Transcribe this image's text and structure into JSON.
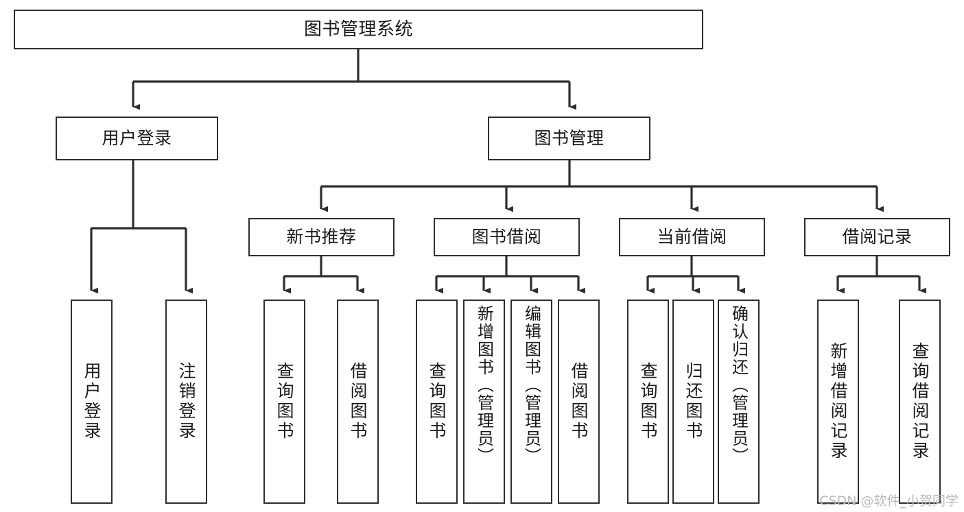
{
  "diagram": {
    "title": "图书管理系统",
    "type": "tree-hierarchy",
    "watermark": "CSDN @软件_小贺同学",
    "colors": {
      "box_border": "#2e2e2e",
      "box_fill": "#ffffff",
      "connector": "#2e2e2e",
      "text": "#1a1a1a",
      "watermark": "#b9b9b9",
      "background": "#ffffff"
    },
    "root": {
      "id": "root",
      "label": "图书管理系统"
    },
    "level2": [
      {
        "id": "n-user-login",
        "label": "用户登录"
      },
      {
        "id": "n-book-manage",
        "label": "图书管理"
      }
    ],
    "level3": [
      {
        "id": "n-new-book-rec",
        "label": "新书推荐"
      },
      {
        "id": "n-book-borrow",
        "label": "图书借阅"
      },
      {
        "id": "n-current-borrow",
        "label": "当前借阅"
      },
      {
        "id": "n-borrow-record",
        "label": "借阅记录"
      }
    ],
    "leaves": [
      {
        "id": "leaf-user-login",
        "label": "用户登录",
        "parent": "n-user-login"
      },
      {
        "id": "leaf-logout-login",
        "label": "注销登录",
        "parent": "n-user-login"
      },
      {
        "id": "leaf-query-book-1",
        "label": "查询图书",
        "parent": "n-new-book-rec"
      },
      {
        "id": "leaf-borrow-book-1",
        "label": "借阅图书",
        "parent": "n-new-book-rec"
      },
      {
        "id": "leaf-query-book-2",
        "label": "查询图书",
        "parent": "n-book-borrow"
      },
      {
        "id": "leaf-add-book",
        "label": "新增图书（管理员）",
        "parent": "n-book-borrow"
      },
      {
        "id": "leaf-edit-book",
        "label": "编辑图书（管理员）",
        "parent": "n-book-borrow"
      },
      {
        "id": "leaf-borrow-book-2",
        "label": "借阅图书",
        "parent": "n-book-borrow"
      },
      {
        "id": "leaf-query-book-3",
        "label": "查询图书",
        "parent": "n-current-borrow"
      },
      {
        "id": "leaf-return-book",
        "label": "归还图书",
        "parent": "n-current-borrow"
      },
      {
        "id": "leaf-confirm-return",
        "label": "确认归还（管理员）",
        "parent": "n-current-borrow"
      },
      {
        "id": "leaf-add-record",
        "label": "新增借阅记录",
        "parent": "n-borrow-record"
      },
      {
        "id": "leaf-query-record",
        "label": "查询借阅记录",
        "parent": "n-borrow-record"
      }
    ]
  }
}
